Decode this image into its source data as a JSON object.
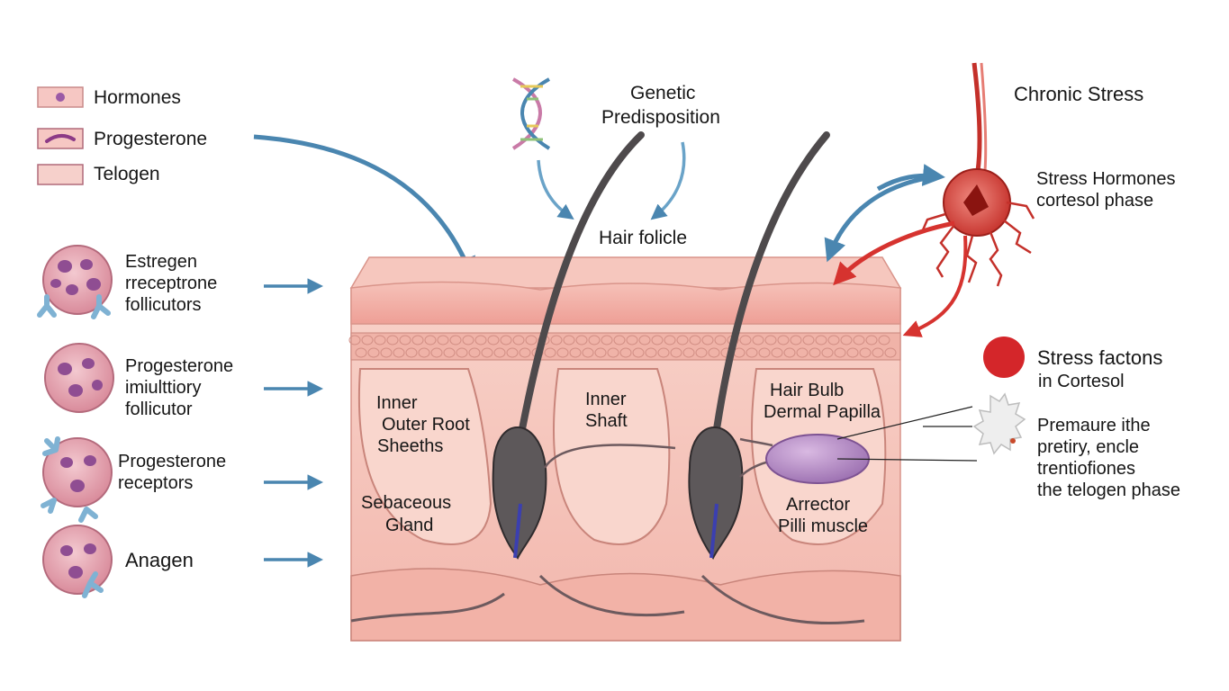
{
  "legend": [
    {
      "label": "Hormones",
      "icon": "dot-swatch-icon"
    },
    {
      "label": "Progesterone",
      "icon": "curve-swatch-icon"
    },
    {
      "label": "Telogen",
      "icon": "plain-swatch-icon"
    }
  ],
  "left_cells": [
    {
      "lines": [
        "Estregen",
        "rreceptrone",
        "follicutors"
      ]
    },
    {
      "lines": [
        "Progesterone",
        "imiulttiory",
        "follicutor"
      ]
    },
    {
      "lines": [
        "Progesterone",
        "receptors"
      ]
    },
    {
      "lines": [
        "Anagen"
      ]
    }
  ],
  "top": {
    "genetic": [
      "Genetic",
      "Predisposition"
    ],
    "hair_follicle": "Hair folicle",
    "chronic_stress": "Chronic Stress"
  },
  "right": {
    "stress_hormones": [
      "Stress Hormones",
      "cortesol phase"
    ],
    "stress_factors": [
      "Stress factons",
      "in Cortesol"
    ],
    "premature": [
      "Premaure ithe",
      "pretiry, encle",
      "trentiofiones",
      "the telogen phase"
    ]
  },
  "skin_labels": {
    "sheaths": [
      "Inner",
      "Outer Root",
      "Sheeths"
    ],
    "sebaceous": [
      "Sebaceous",
      "Gland"
    ],
    "shaft": [
      "Inner",
      "Shaft"
    ],
    "hair_bulb": [
      "Hair Bulb",
      "Dermal Papilla"
    ],
    "arrector": [
      "Arrector",
      "Pilli muscle"
    ]
  },
  "colors": {
    "arrow_blue": "#4a86b0",
    "arrow_red": "#d6332f",
    "skin_light": "#f7c9c0",
    "skin_mid": "#eea89f",
    "hair": "#4e4a4c",
    "gland": "#b78ac7",
    "cell": "#e9a9b4",
    "receptor": "#7fb2d3"
  }
}
